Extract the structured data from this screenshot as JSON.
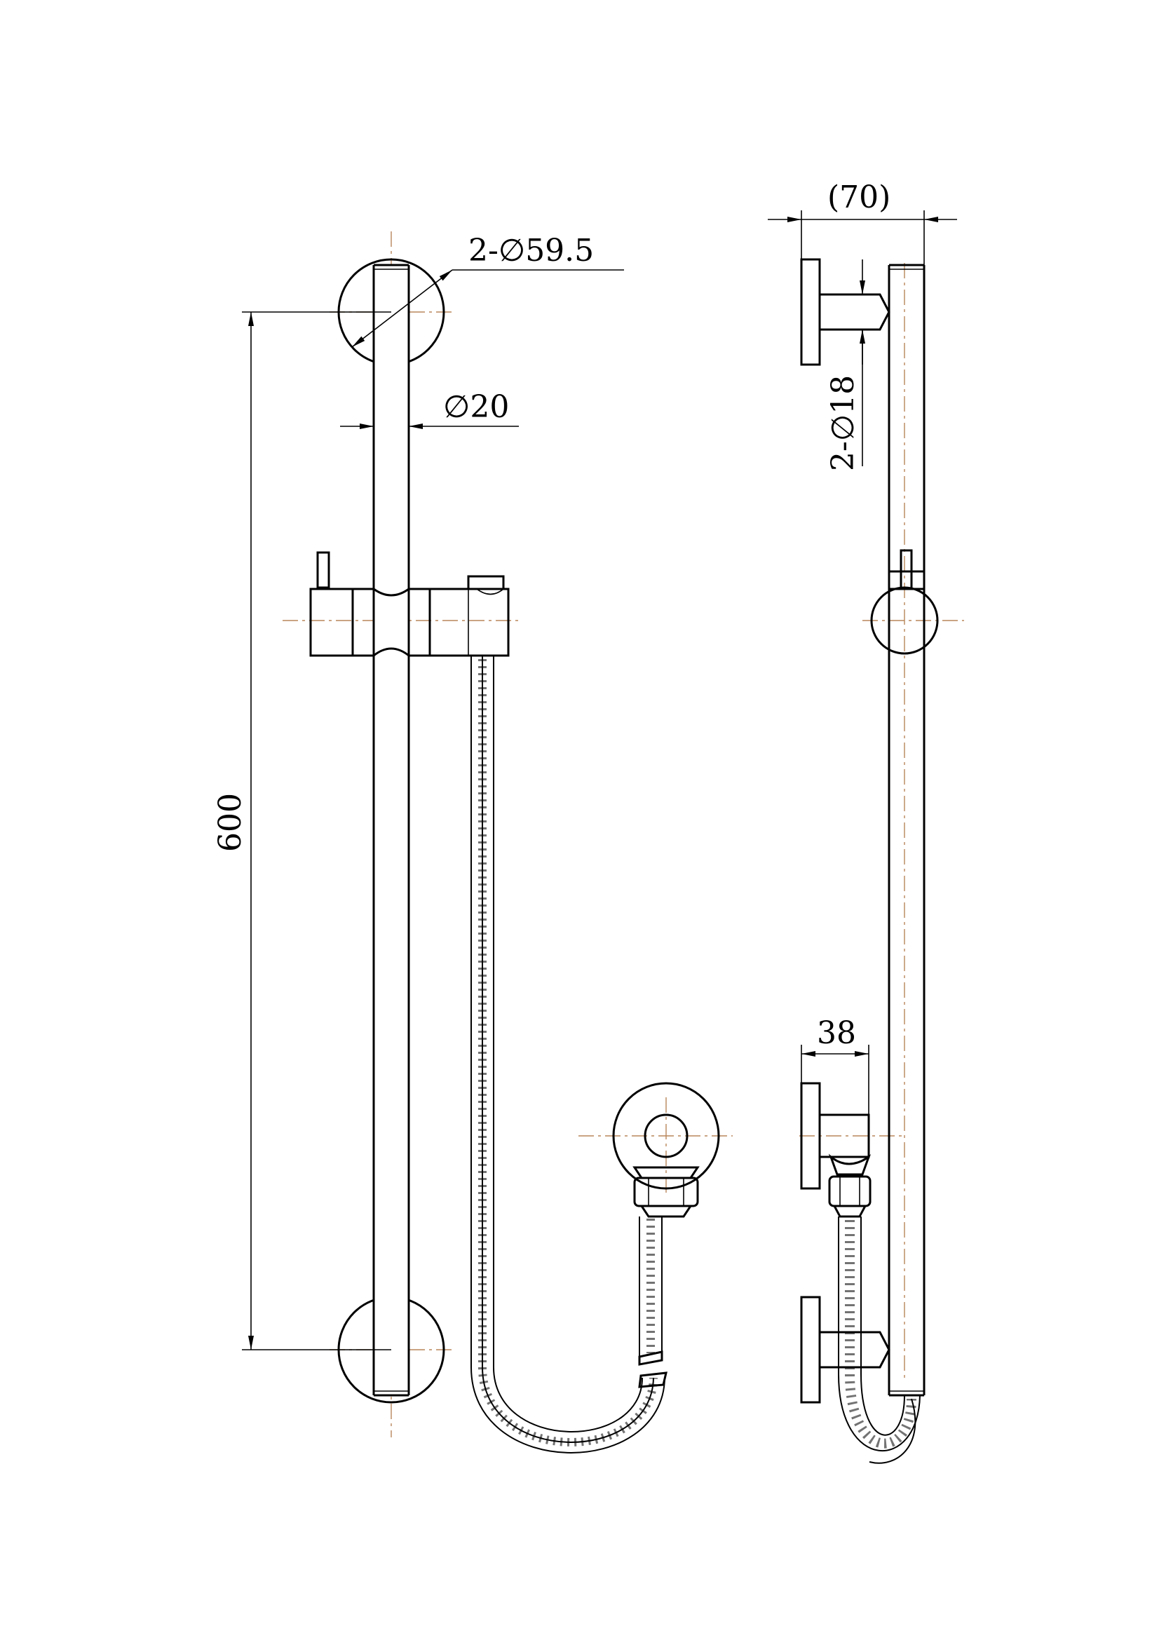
{
  "dimensions": {
    "rosette_diameter": "2-∅59.5",
    "rail_diameter": "∅20",
    "rail_length": "600",
    "projection_total": "(70)",
    "bracket_diameter": "2-∅18",
    "elbow_projection": "38"
  },
  "colors": {
    "line": "#000000",
    "centerline": "#b8865a",
    "background": "#ffffff"
  }
}
